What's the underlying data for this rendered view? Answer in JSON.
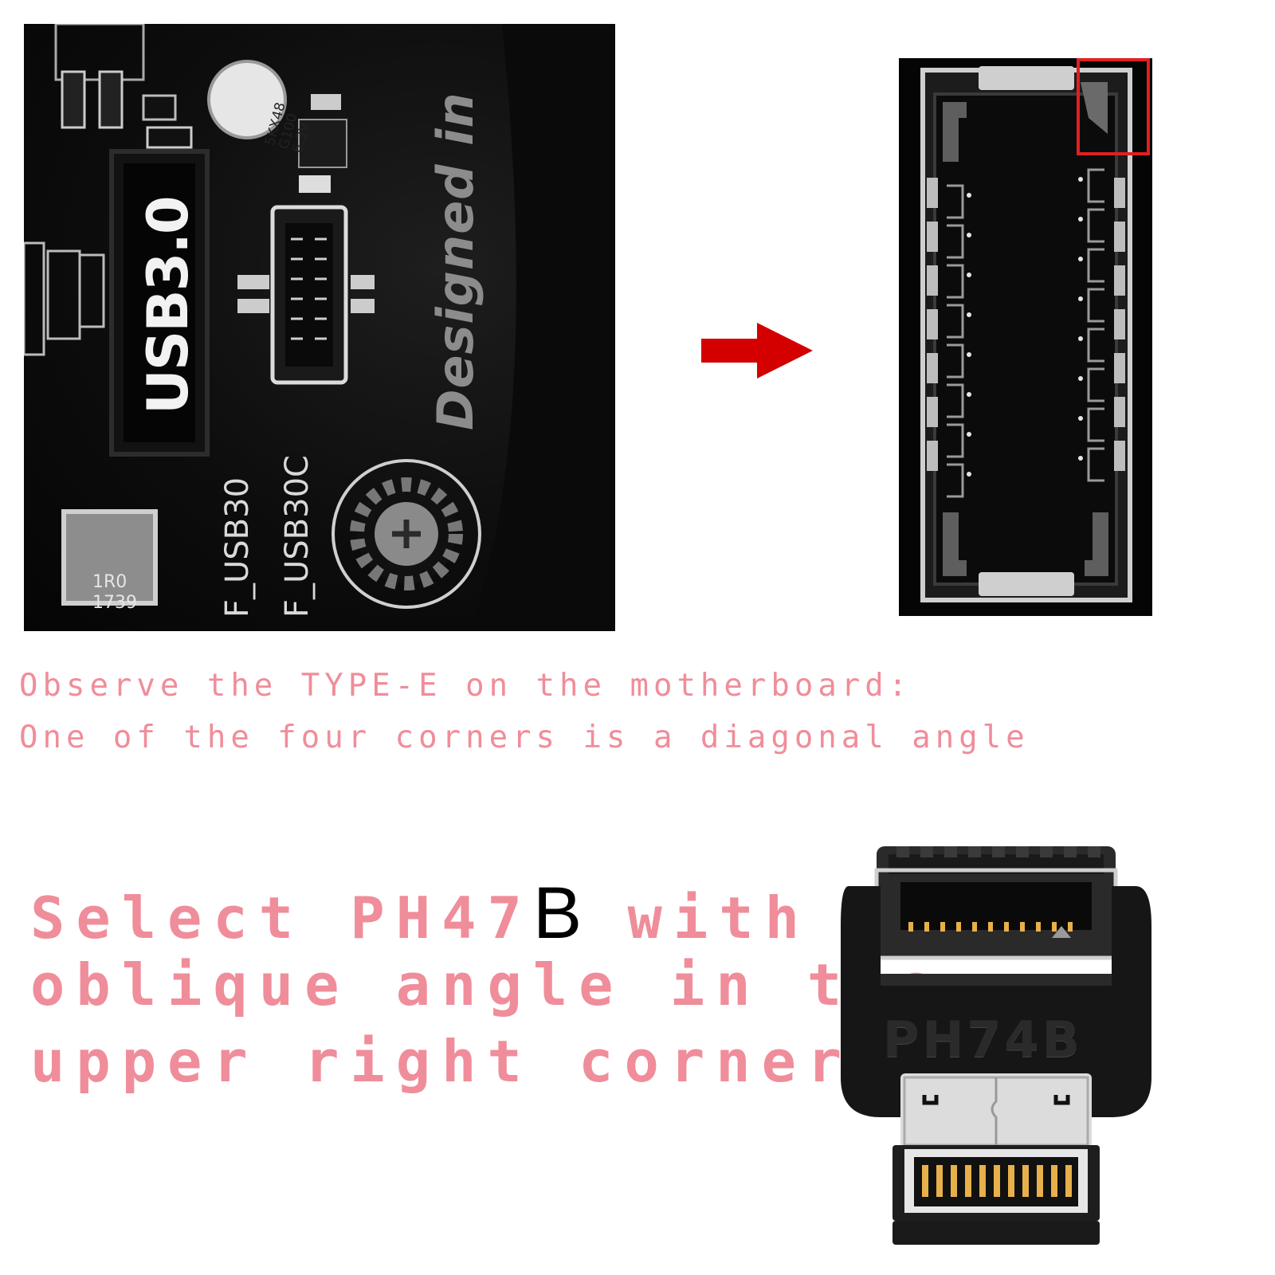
{
  "motherboard_photo": {
    "usb_header_label": "USB3.0",
    "silkscreen_designed": "Designed in",
    "silkscreen_f_usb30": "F_USB30",
    "silkscreen_f_usb30c": "F_USB30C",
    "capacitor_text": "5KX48\nG100\n6.3V",
    "inductor_text": "1R0\n1739"
  },
  "arrow_color": "#d40000",
  "highlight_color": "#e02020",
  "caption": {
    "line1": "Observe the TYPE-E on the motherboard:",
    "line2": "One of the four corners is a diagonal angle"
  },
  "instruction": {
    "line1_prefix": "Select PH47",
    "line1_b": "B",
    "line1_suffix": " with",
    "line2": "oblique angle in the",
    "line3": "upper right corner"
  },
  "product": {
    "model_label": "PH74B"
  },
  "colors": {
    "caption_pink": "#f08d9a",
    "board_black": "#0d0d0d"
  }
}
